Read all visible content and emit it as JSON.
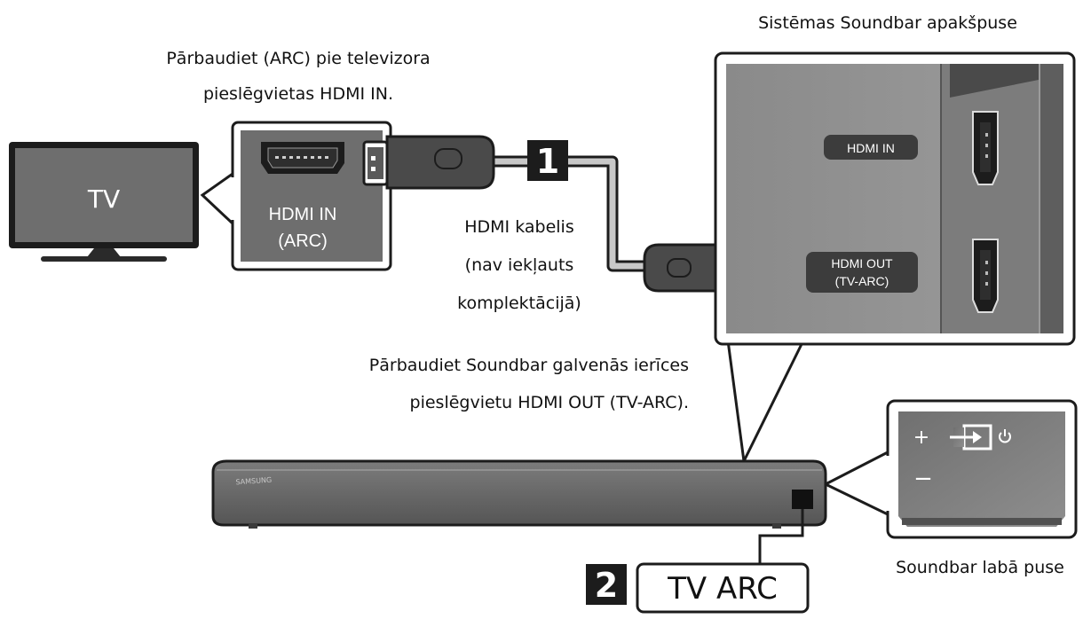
{
  "labels": {
    "soundbar_bottom_title": "Sistēmas Soundbar apakšpuse",
    "tv_check_line1": "Pārbaudiet (ARC) pie televizora",
    "tv_check_line2": "pieslēgvietas HDMI IN.",
    "tv": "TV",
    "tv_port_line1": "HDMI IN",
    "tv_port_line2": "(ARC)",
    "step1": "1",
    "cable_line1": "HDMI kabelis",
    "cable_line2": "(nav iekļauts",
    "cable_line3": "komplektācijā)",
    "port_hdmi_in": "HDMI IN",
    "port_hdmi_out_line1": "HDMI OUT",
    "port_hdmi_out_line2": "(TV-ARC)",
    "main_check_line1": "Pārbaudiet Soundbar galvenās ierīces",
    "main_check_line2": "pieslēgvietu HDMI OUT (TV-ARC).",
    "right_side": "Soundbar labā puse",
    "step2": "2",
    "tv_arc": "TV ARC",
    "brand": "SAMSUNG",
    "btn_plus": "+",
    "btn_minus": "−"
  },
  "icons": [
    "tv-icon",
    "hdmi-port-icon",
    "hdmi-plug-icon",
    "source-icon",
    "power-icon"
  ]
}
